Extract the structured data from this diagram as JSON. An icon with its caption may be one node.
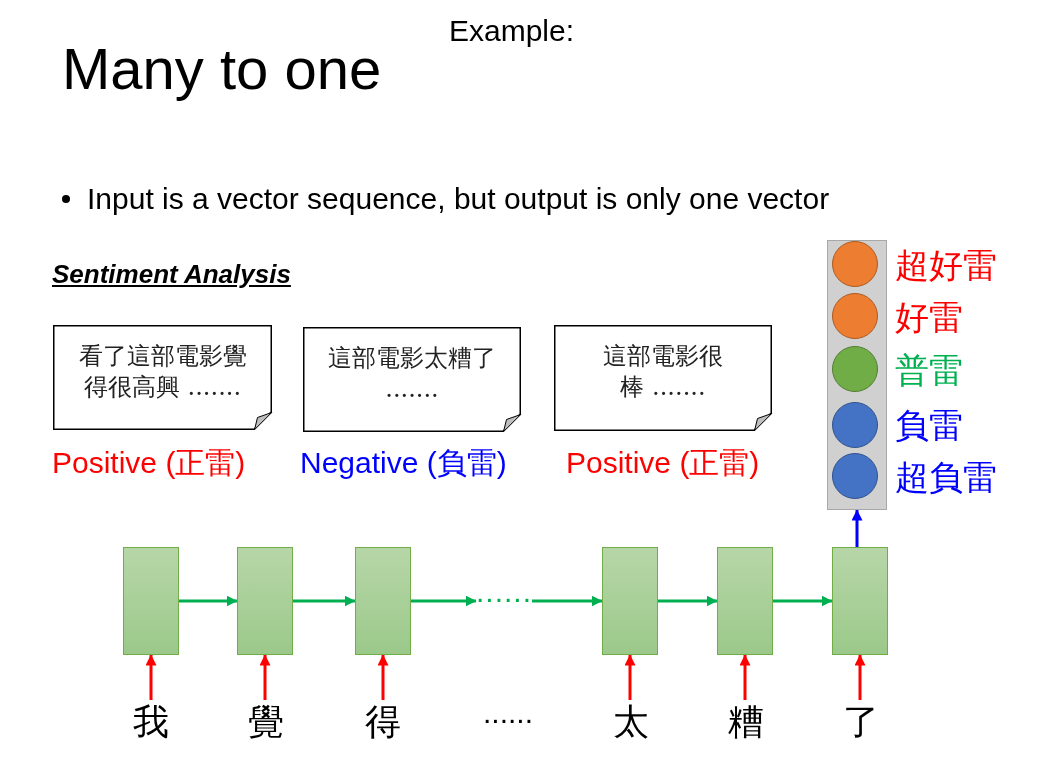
{
  "diagram": {
    "title": "Many to one",
    "nodes": [
      {
        "text": [
          "看了這部電影覺得很高興 ......."
        ],
        "beside": [
          "Positive (正雷)"
        ]
      },
      {
        "text": [
          "這部電影太糟了 ......."
        ],
        "beside": [
          "Negative (負雷)"
        ]
      },
      {
        "text": [
          "這部電影很棒 ......."
        ],
        "beside": [
          "Positive (正雷)"
        ]
      },
      {
        "text": [],
        "shape": "bar"
      },
      {
        "text": [],
        "shape": "circle",
        "in": 3,
        "beside": [
          "超好雷"
        ]
      },
      {
        "text": [],
        "shape": "circle",
        "in": 3,
        "beside": [
          "好雷"
        ]
      },
      {
        "text": [],
        "shape": "circle",
        "in": 3,
        "beside": [
          "普雷"
        ]
      },
      {
        "text": [],
        "shape": "circle",
        "in": 3,
        "beside": [
          "負雷"
        ]
      },
      {
        "text": [],
        "shape": "circle",
        "in": 3,
        "beside": [
          "超負雷"
        ]
      },
      {
        "text": [],
        "shape": "box"
      },
      {
        "text": [],
        "shape": "box"
      },
      {
        "text": [],
        "shape": "box"
      },
      {
        "text": [
          "......"
        ]
      },
      {
        "text": [],
        "shape": "box"
      },
      {
        "text": [],
        "shape": "box"
      },
      {
        "text": [],
        "shape": "box"
      },
      {
        "text": [
          "我"
        ]
      },
      {
        "text": [
          "覺"
        ]
      },
      {
        "text": [
          "得"
        ]
      },
      {
        "text": [
          "太"
        ]
      },
      {
        "text": [
          "糟"
        ]
      },
      {
        "text": [
          "了"
        ]
      }
    ],
    "edges": [
      {
        "from": 9,
        "to": 10,
        "arrow": "to"
      },
      {
        "from": 10,
        "to": 11,
        "arrow": "to"
      },
      {
        "from": 11,
        "to": 12,
        "arrow": "to"
      },
      {
        "from": 12,
        "to": 13,
        "arrow": "to"
      },
      {
        "from": 13,
        "to": 14,
        "arrow": "to"
      },
      {
        "from": 14,
        "to": 15,
        "arrow": "to"
      },
      {
        "from": 15,
        "to": 3,
        "arrow": "to",
        "color": "#0000ff"
      },
      {
        "from": 16,
        "to": 9,
        "arrow": "to",
        "color": "#ff0000"
      },
      {
        "from": 17,
        "to": 10,
        "arrow": "to",
        "color": "#ff0000"
      },
      {
        "from": 18,
        "to": 11,
        "arrow": "to",
        "color": "#ff0000"
      },
      {
        "from": 19,
        "to": 13,
        "arrow": "to",
        "color": "#ff0000"
      },
      {
        "from": 20,
        "to": 14,
        "arrow": "to",
        "color": "#ff0000"
      },
      {
        "from": 21,
        "to": 15,
        "arrow": "to",
        "color": "#ff0000"
      }
    ],
    "labels": [
      "Example:",
      "Input is a vector sequence, but output is only one vector",
      "Sentiment Analysis",
      "......"
    ]
  }
}
